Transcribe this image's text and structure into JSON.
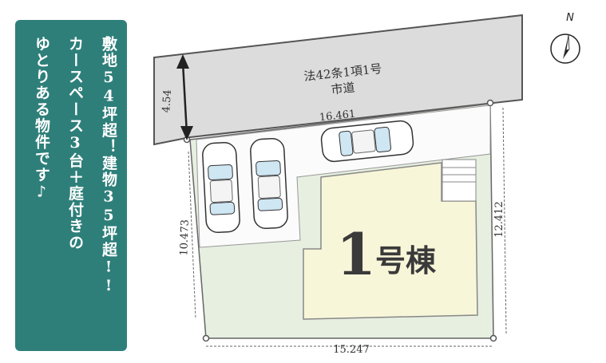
{
  "callout": {
    "lines": [
      "敷地54坪超！建物35坪超!!",
      "カースペース3台＋庭付きの",
      "ゆとりある物件です♪"
    ],
    "bg_color": "#2e7f7a"
  },
  "compass": {
    "label": "N"
  },
  "road": {
    "label_line1": "法42条1項1号",
    "label_line2": "市道",
    "width_label": "4.54"
  },
  "dimensions": {
    "top": "16.461",
    "right": "12.412",
    "bottom": "15.247",
    "left": "10.473"
  },
  "building": {
    "label_num": "1",
    "label_text": "号棟"
  },
  "colors": {
    "road": "#dcdcdc",
    "lot": "#e6efe0",
    "building": "#f8f6d9",
    "accent": "#2e7f7a"
  }
}
